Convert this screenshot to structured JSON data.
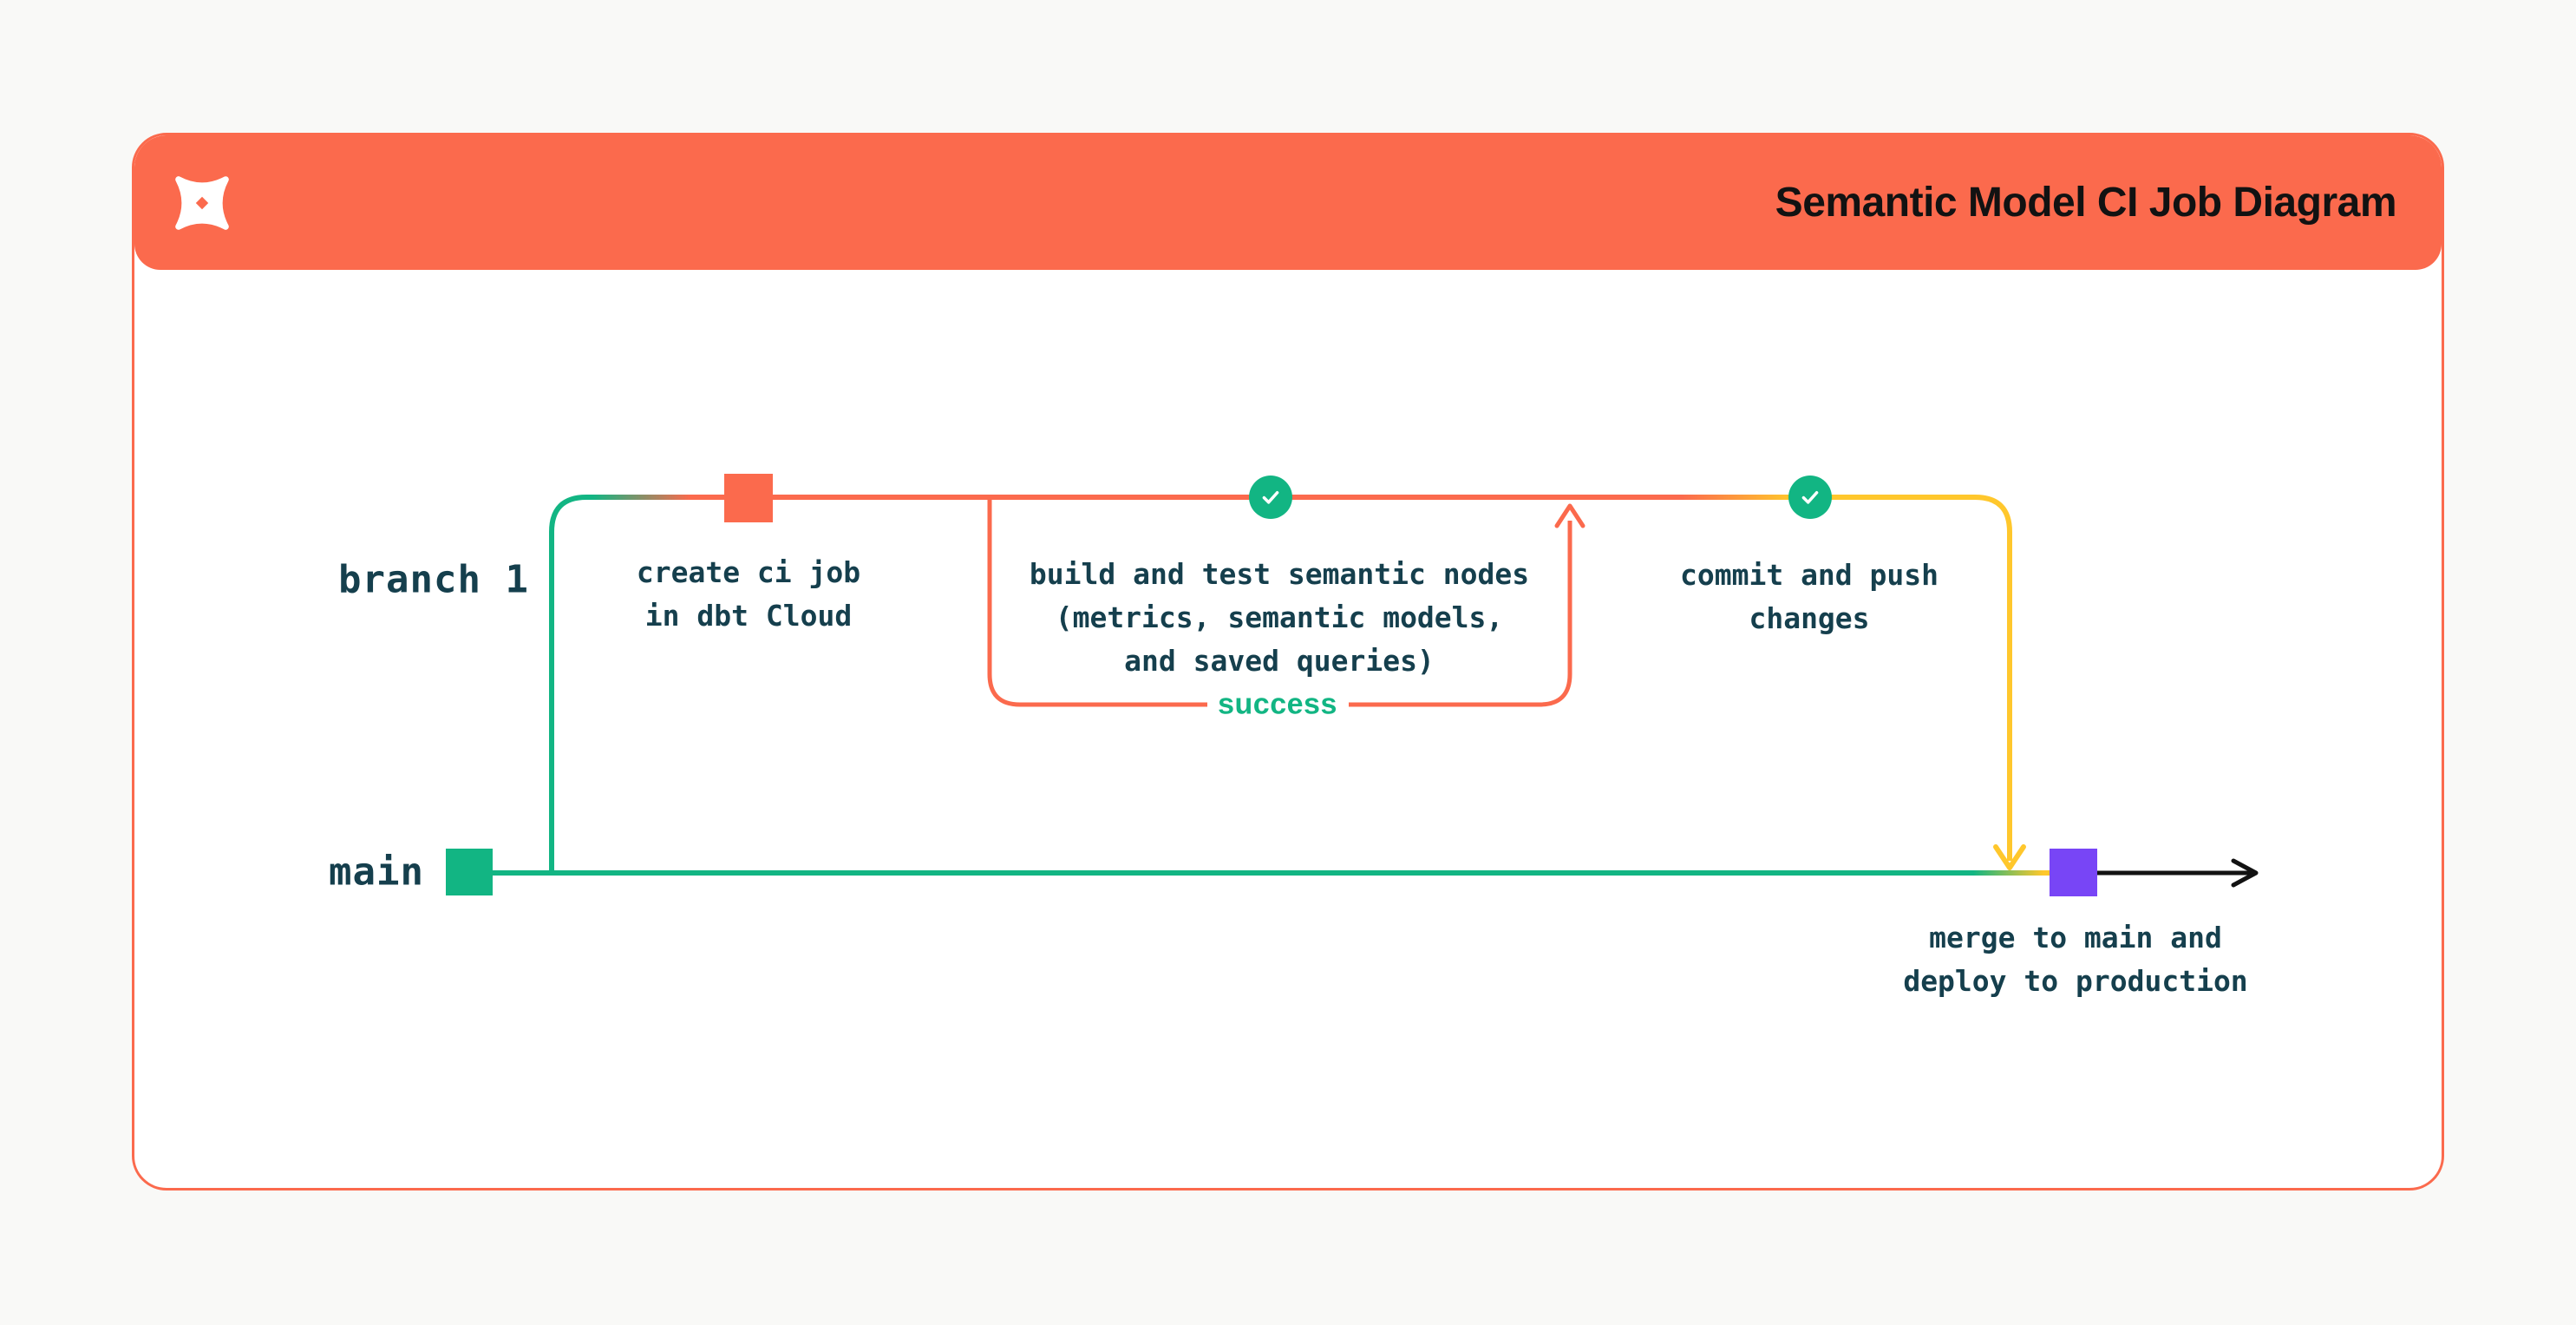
{
  "header": {
    "title": "Semantic Model CI Job Diagram",
    "logo": "dbt-logo"
  },
  "diagram": {
    "branch_label": "branch 1",
    "main_label": "main",
    "success_label": "success",
    "nodes": {
      "create_ci": {
        "lines": [
          "create ci job",
          "in dbt Cloud"
        ]
      },
      "build_test": {
        "lines": [
          "build and test semantic nodes",
          "(metrics, semantic models,",
          "and saved queries)"
        ]
      },
      "commit_push": {
        "lines": [
          "commit and push",
          "changes"
        ]
      },
      "merge_deploy": {
        "lines": [
          "merge to main and",
          "deploy to production"
        ]
      }
    }
  },
  "colors": {
    "brand_orange": "#FB6A4D",
    "green": "#12B583",
    "yellow": "#FFC72C",
    "purple": "#7845F6",
    "label_text": "#153F4D",
    "title_text": "#121212",
    "page_bg": "#F9F9F7",
    "card_bg": "#FFFFFF"
  }
}
